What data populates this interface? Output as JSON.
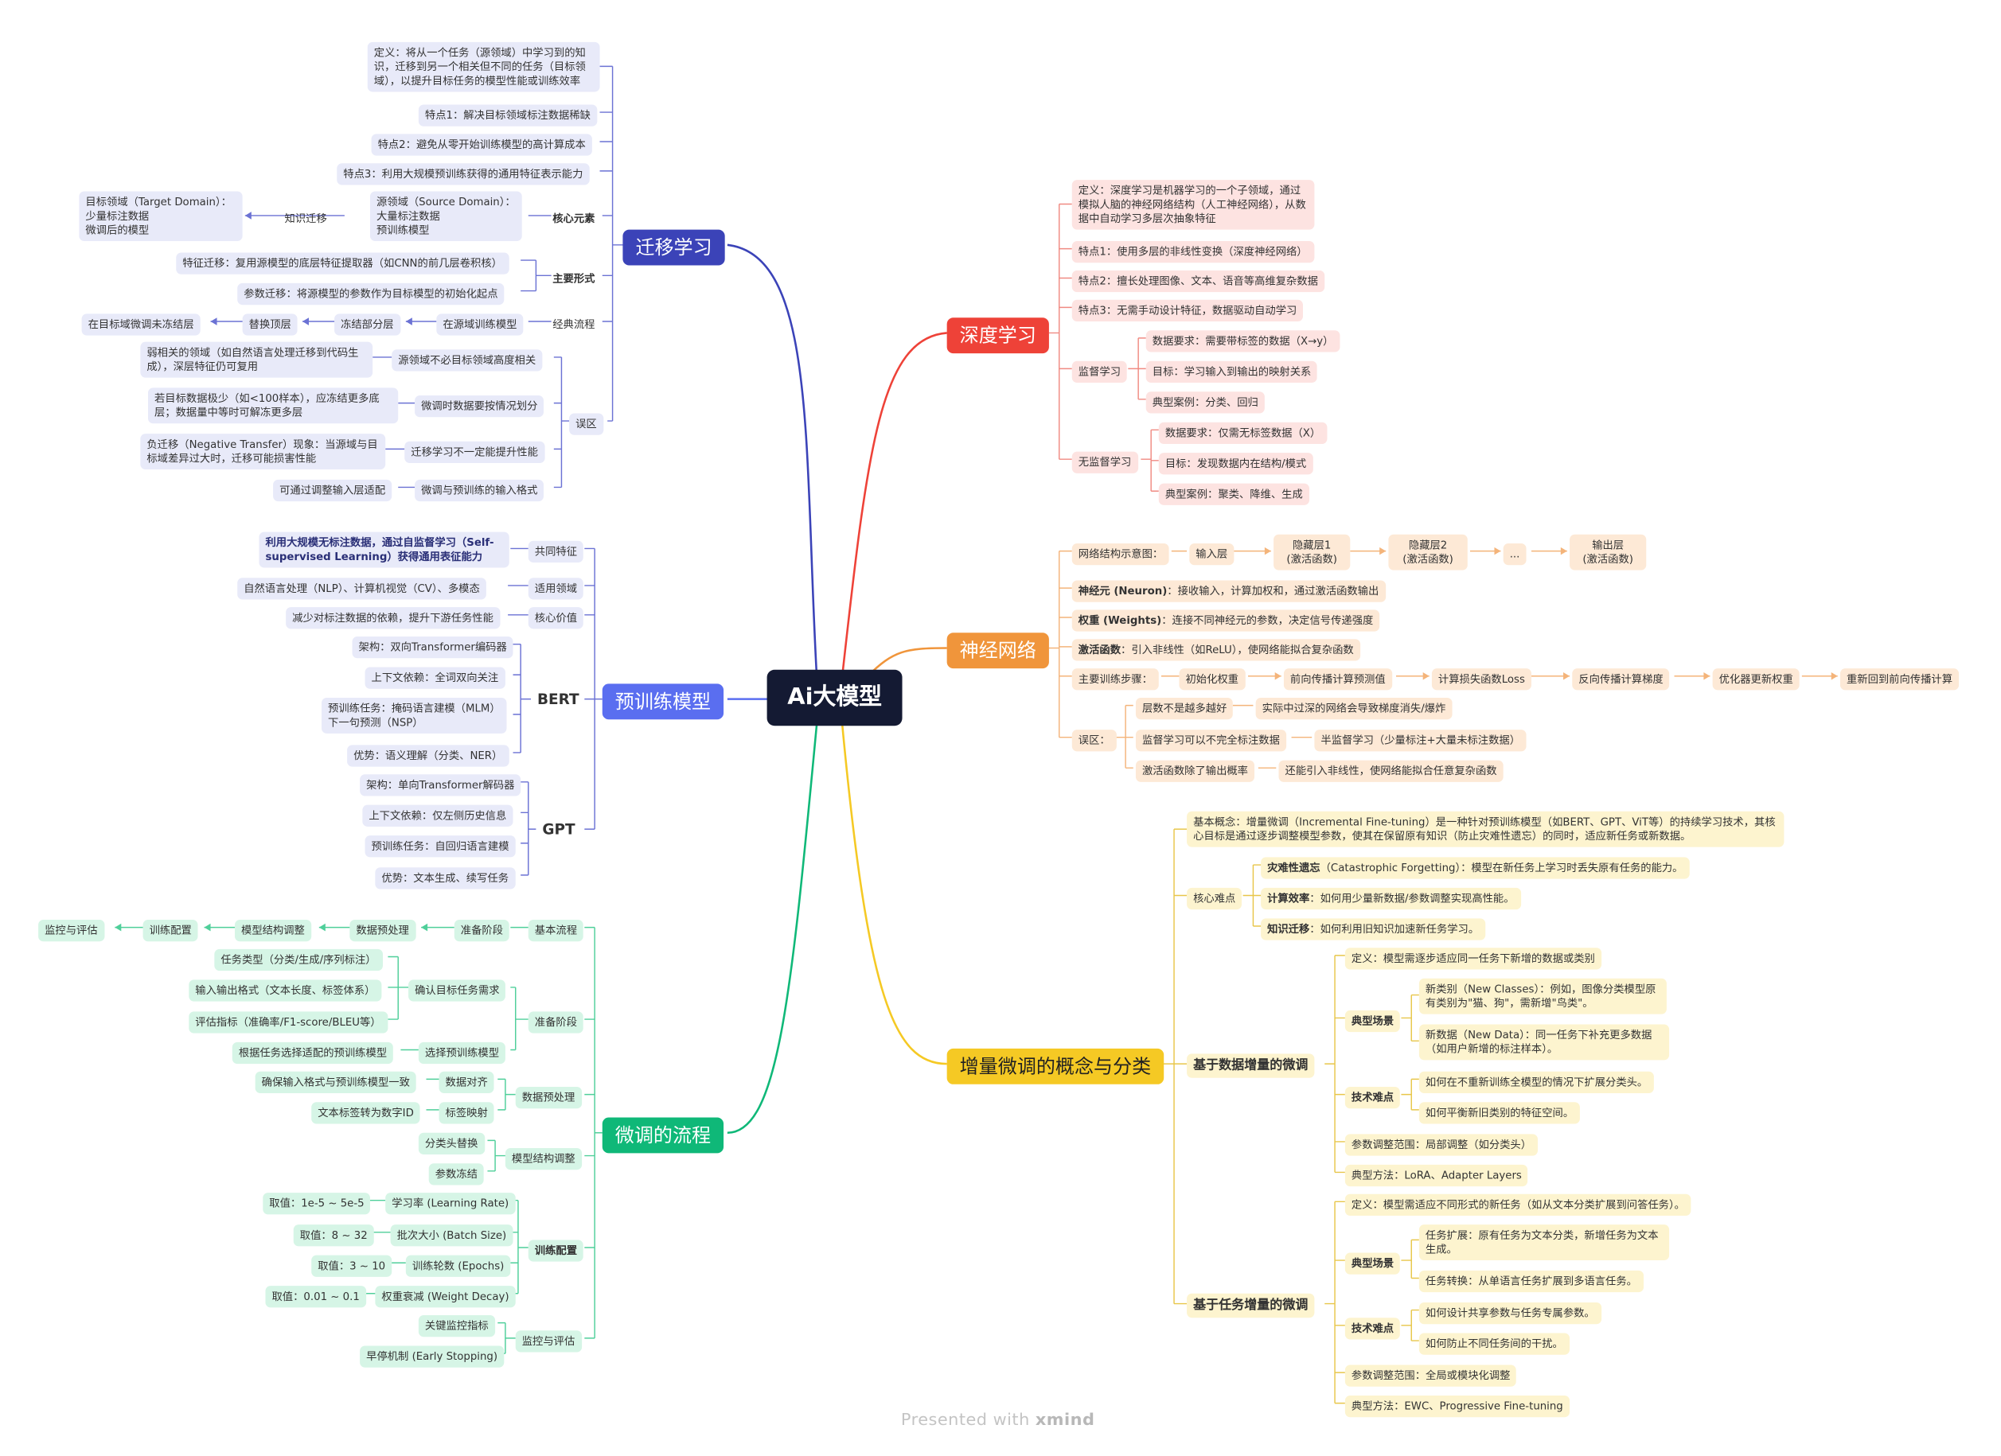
{
  "root": {
    "label": "Ai大模型"
  },
  "branches": {
    "transfer": {
      "title": "迁移学习",
      "definition": "定义：将从一个任务（源领域）中学习到的知识，迁移到另一个相关但不同的任务（目标领域），以提升目标任务的模型性能或训练效率",
      "feature1": "特点1：解决目标领域标注数据稀缺",
      "feature2": "特点2：避免从零开始训练模型的高计算成本",
      "feature3": "特点3：利用大规模预训练获得的通用特征表示能力",
      "core": "核心元素",
      "source_domain": "源领域（Source Domain）：\n大量标注数据\n预训练模型",
      "knowledge_transfer": "知识迁移",
      "target_domain": "目标领域（Target Domain）：\n少量标注数据\n微调后的模型",
      "main_forms": "主要形式",
      "feature_transfer": "特征迁移：复用源模型的底层特征提取器（如CNN的前几层卷积核）",
      "param_transfer": "参数迁移：将源模型的参数作为目标模型的初始化起点",
      "classic_flow": "经典流程",
      "flow1": "在源域训练模型",
      "flow2": "冻结部分层",
      "flow3": "替换顶层",
      "flow4": "在目标域微调未冻结层",
      "misconceptions": "误区",
      "mis1": "源领域不必目标领域高度相关",
      "mis1_note": "弱相关的领域（如自然语言处理迁移到代码生成），深层特征仍可复用",
      "mis2": "微调时数据要按情况划分",
      "mis2_note": "若目标数据极少（如<100样本），应冻结更多底层；数据量中等时可解冻更多层",
      "mis3": "迁移学习不一定能提升性能",
      "mis3_note": "负迁移（Negative Transfer）现象：当源域与目标域差异过大时，迁移可能损害性能",
      "mis4": "微调与预训练的输入格式",
      "mis4_note": "可通过调整输入层适配"
    },
    "deep": {
      "title": "深度学习",
      "definition": "定义：深度学习是机器学习的一个子领域，通过模拟人脑的神经网络结构（人工神经网络），从数据中自动学习多层次抽象特征",
      "feature1": "特点1：使用多层的非线性变换（深度神经网络）",
      "feature2": "特点2：擅长处理图像、文本、语音等高维复杂数据",
      "feature3": "特点3：无需手动设计特征，数据驱动自动学习",
      "supervised": "监督学习",
      "sup1": "数据要求：需要带标签的数据（X→y）",
      "sup2": "目标：学习输入到输出的映射关系",
      "sup3": "典型案例：分类、回归",
      "unsupervised": "无监督学习",
      "unsup1": "数据要求：仅需无标签数据（X）",
      "unsup2": "目标：发现数据内在结构/模式",
      "unsup3": "典型案例：聚类、降维、生成"
    },
    "neural": {
      "title": "神经网络",
      "diagram": "网络结构示意图：",
      "input_layer": "输入层",
      "hidden1": "隐藏层1\n(激活函数)",
      "hidden2": "隐藏层2\n(激活函数)",
      "ellipsis": "...",
      "output_layer": "输出层\n(激活函数)",
      "neuron_term": "神经元 (Neuron)",
      "neuron_text": "：接收输入，计算加权和，通过激活函数输出",
      "weights_term": "权重 (Weights)",
      "weights_text": "：连接不同神经元的参数，决定信号传递强度",
      "activation_term": "激活函数",
      "activation_text": "：引入非线性（如ReLU），使网络能拟合复杂函数",
      "training_steps": "主要训练步骤：",
      "step1": "初始化权重",
      "step2": "前向传播计算预测值",
      "step3": "计算损失函数Loss",
      "step4": "反向传播计算梯度",
      "step5": "优化器更新权重",
      "step6": "重新回到前向传播计算",
      "misconceptions": "误区：",
      "mis1": "层数不是越多越好",
      "mis1_note": "实际中过深的网络会导致梯度消失/爆炸",
      "mis2": "监督学习可以不完全标注数据",
      "mis2_note": "半监督学习（少量标注+大量未标注数据）",
      "mis3": "激活函数除了输出概率",
      "mis3_note": "还能引入非线性，使网络能拟合任意复杂函数"
    },
    "pretrain": {
      "title": "预训练模型",
      "common": "共同特征",
      "common_text": "利用大规模无标注数据，通过自监督学习（Self-supervised Learning）获得通用表征能力",
      "domains": "适用领域",
      "domains_text": "自然语言处理（NLP）、计算机视觉（CV）、多模态",
      "core_value": "核心价值",
      "core_value_text": "减少对标注数据的依赖，提升下游任务性能",
      "bert": "BERT",
      "bert1": "架构：双向Transformer编码器",
      "bert2": "上下文依赖：全词双向关注",
      "bert3": "预训练任务：掩码语言建模（MLM）\n下一句预测（NSP）",
      "bert4": "优势：语义理解（分类、NER）",
      "gpt": "GPT",
      "gpt1": "架构：单向Transformer解码器",
      "gpt2": "上下文依赖：仅左侧历史信息",
      "gpt3": "预训练任务：自回归语言建模",
      "gpt4": "优势：文本生成、续写任务"
    },
    "incremental": {
      "title": "增量微调的概念与分类",
      "basic": "基本概念：增量微调（Incremental Fine-tuning）是一种针对预训练模型（如BERT、GPT、ViT等）的持续学习技术，其核心目标是通过逐步调整模型参数，使其在保留原有知识（防止灾难性遗忘）的同时，适应新任务或新数据。",
      "difficulties": "核心难点",
      "diff1_term": "灾难性遗忘",
      "diff1_text": "（Catastrophic Forgetting）：模型在新任务上学习时丢失原有任务的能力。",
      "diff2_term": "计算效率",
      "diff2_text": "：如何用少量新数据/参数调整实现高性能。",
      "diff3_term": "知识迁移",
      "diff3_text": "：如何利用旧知识加速新任务学习。",
      "data_based": "基于数据增量的微调",
      "data_def": "定义：模型需逐步适应同一任务下新增的数据或类别",
      "data_scenes": "典型场景",
      "data_scene1": "新类别（New Classes）：例如，图像分类模型原有类别为\"猫、狗\"，需新增\"鸟类\"。",
      "data_scene2": "新数据（New Data）：同一任务下补充更多数据（如用户新增的标注样本）。",
      "data_tech": "技术难点",
      "data_tech1": "如何在不重新训练全模型的情况下扩展分类头。",
      "data_tech2": "如何平衡新旧类别的特征空间。",
      "data_scope": "参数调整范围：局部调整（如分类头）",
      "data_methods": "典型方法：LoRA、Adapter Layers",
      "task_based": "基于任务增量的微调",
      "task_def": "定义：模型需适应不同形式的新任务（如从文本分类扩展到问答任务）。",
      "task_scenes": "典型场景",
      "task_scene1": "任务扩展：原有任务为文本分类，新增任务为文本生成。",
      "task_scene2": "任务转换：从单语言任务扩展到多语言任务。",
      "task_tech": "技术难点",
      "task_tech1": "如何设计共享参数与任务专属参数。",
      "task_tech2": "如何防止不同任务间的干扰。",
      "task_scope": "参数调整范围：全局或模块化调整",
      "task_methods": "典型方法：EWC、Progressive Fine-tuning"
    },
    "finetune": {
      "title": "微调的流程",
      "basic_flow": "基本流程",
      "prep_stage": "准备阶段",
      "data_preproc": "数据预处理",
      "model_adjust": "模型结构调整",
      "train_config": "训练配置",
      "monitor_eval": "监控与评估",
      "prep": "准备阶段",
      "confirm_task": "确认目标任务需求",
      "task_type": "任务类型（分类/生成/序列标注）",
      "io_format": "输入输出格式（文本长度、标签体系）",
      "eval_metric": "评估指标（准确率/F1-score/BLEU等）",
      "choose_model": "选择预训练模型",
      "choose_model_note": "根据任务选择适配的预训练模型",
      "data_proc": "数据预处理",
      "data_align": "数据对齐",
      "data_align_note": "确保输入格式与预训练模型一致",
      "label_map": "标签映射",
      "label_map_note": "文本标签转为数字ID",
      "struct_adjust": "模型结构调整",
      "head_replace": "分类头替换",
      "param_freeze": "参数冻结",
      "train_cfg": "训练配置",
      "lr": "学习率 (Learning Rate)",
      "lr_val": "取值：1e-5 ~ 5e-5",
      "bs": "批次大小 (Batch Size)",
      "bs_val": "取值：8 ~ 32",
      "epochs": "训练轮数 (Epochs)",
      "epochs_val": "取值：3 ~ 10",
      "wd": "权重衰减 (Weight Decay)",
      "wd_val": "取值：0.01 ~ 0.1",
      "monitor": "监控与评估",
      "key_metrics": "关键监控指标",
      "early_stop": "早停机制 (Early Stopping)"
    }
  },
  "footer": {
    "prefix": "Presented with ",
    "brand": "xmind"
  },
  "colors": {
    "transfer": "#3b43b8",
    "deep": "#ee4238",
    "neural": "#f0953b",
    "pretrain": "#5a6ef0",
    "incremental": "#f5c924",
    "finetune": "#0fb878",
    "root": "#141a33"
  }
}
